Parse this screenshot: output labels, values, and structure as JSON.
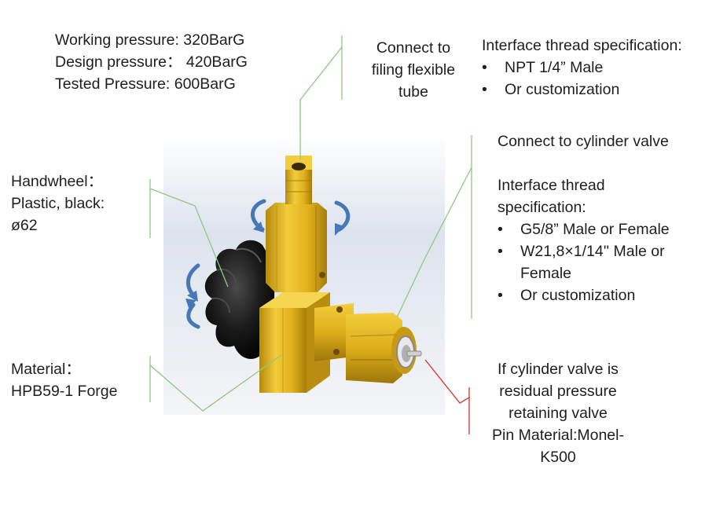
{
  "pressure": {
    "working": "Working pressure:  320BarG",
    "design": "Design pressure： 420BarG",
    "tested": "Tested Pressure: 600BarG"
  },
  "filling_tube": {
    "line1": "Connect to",
    "line2": "filing flexible",
    "line3": "tube"
  },
  "top_thread": {
    "title": "Interface thread specification:",
    "items": [
      "NPT 1/4” Male",
      "Or customization"
    ]
  },
  "cylinder": {
    "title": "Connect to cylinder valve",
    "spec_line1": "Interface thread",
    "spec_line2": "specification:",
    "item1": "G5/8”  Male or Female",
    "item2_line1": "W21,8×1/14''  Male or",
    "item2_line2": "Female",
    "item3": "Or customization"
  },
  "handwheel": {
    "line1": "Handwheel：",
    "line2": "Plastic, black:",
    "line3": "ø62"
  },
  "material": {
    "line1": "Material：",
    "line2": "HPB59-1 Forge"
  },
  "pin": {
    "line1": "If cylinder valve is",
    "line2": "residual pressure",
    "line3": "retaining valve",
    "line4": "Pin Material:Monel-",
    "line5": "K500"
  },
  "colors": {
    "leader_green": "#8ec97e",
    "leader_red": "#d9302a",
    "brass": "#e2b21c",
    "rotation_arrow": "#4678b8",
    "handwheel": "#151515"
  }
}
